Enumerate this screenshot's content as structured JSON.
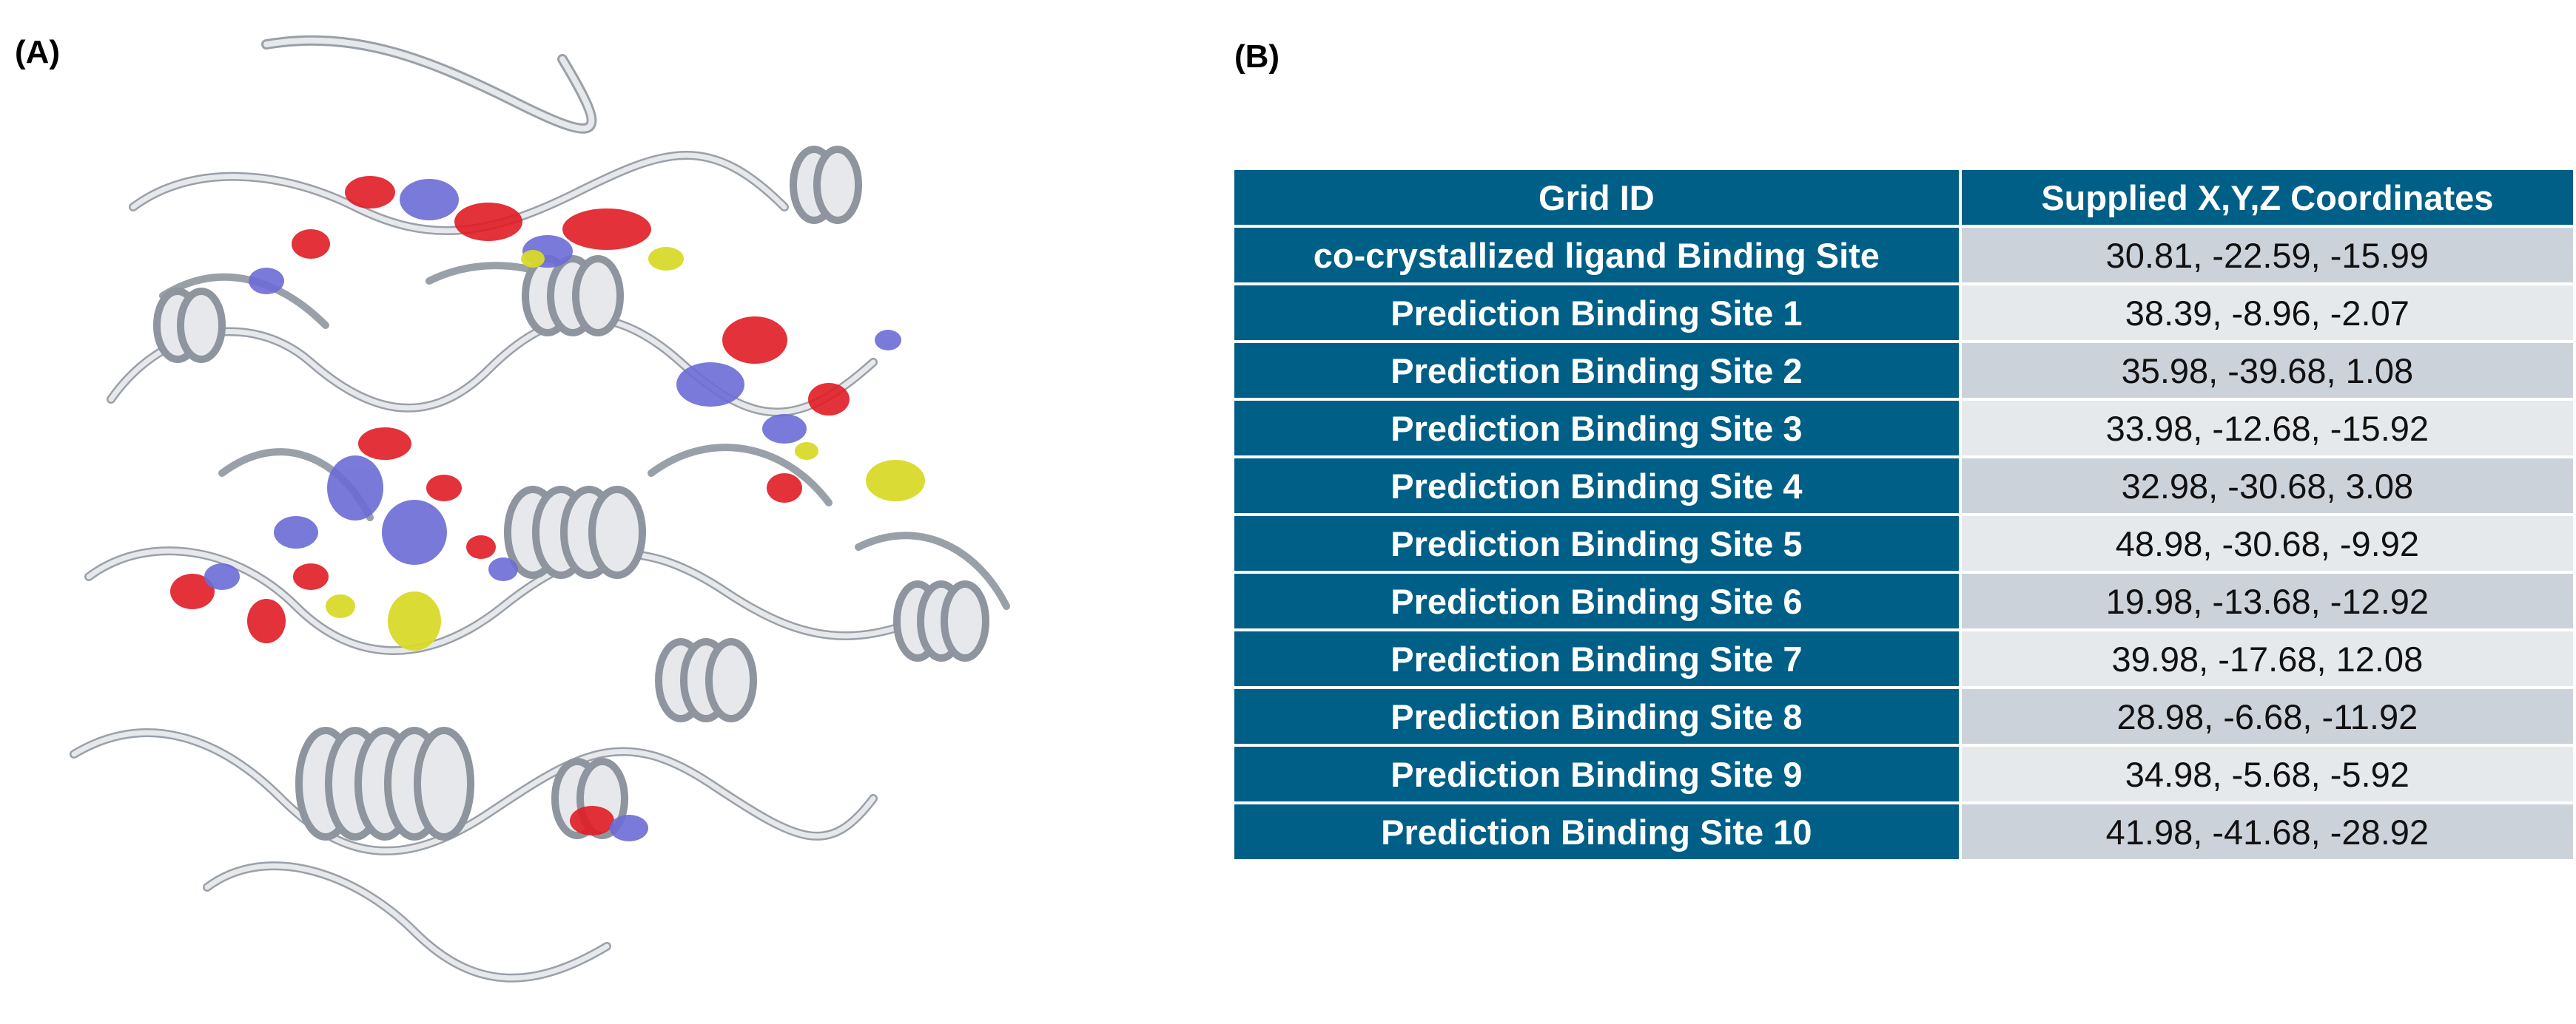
{
  "panels": {
    "a_label": "(A)",
    "b_label": "(B)"
  },
  "colors": {
    "header_bg": "#005f87",
    "row_dark": "#ccd2d9",
    "row_light": "#e6e9ec",
    "ribbon": "#e4e6ea",
    "surface_red": "#e01c24",
    "surface_blue": "#6b6bd6",
    "surface_yellow": "#d9d92a"
  },
  "table": {
    "headers": [
      "Grid ID",
      "Supplied X,Y,Z Coordinates"
    ],
    "rows": [
      {
        "id": "co-crystallized ligand Binding Site",
        "coords": "30.81, -22.59, -15.99"
      },
      {
        "id": "Prediction Binding Site 1",
        "coords": "38.39, -8.96, -2.07"
      },
      {
        "id": "Prediction Binding Site 2",
        "coords": "35.98, -39.68, 1.08"
      },
      {
        "id": "Prediction Binding Site 3",
        "coords": "33.98, -12.68, -15.92"
      },
      {
        "id": "Prediction Binding Site 4",
        "coords": "32.98, -30.68, 3.08"
      },
      {
        "id": "Prediction Binding Site 5",
        "coords": "48.98, -30.68, -9.92"
      },
      {
        "id": "Prediction Binding Site 6",
        "coords": "19.98, -13.68, -12.92"
      },
      {
        "id": "Prediction Binding Site 7",
        "coords": "39.98, -17.68, 12.08"
      },
      {
        "id": "Prediction Binding Site 8",
        "coords": "28.98, -6.68, -11.92"
      },
      {
        "id": "Prediction Binding Site 9",
        "coords": "34.98, -5.68, -5.92"
      },
      {
        "id": "Prediction Binding Site 10",
        "coords": "41.98, -41.68, -28.92"
      }
    ]
  }
}
